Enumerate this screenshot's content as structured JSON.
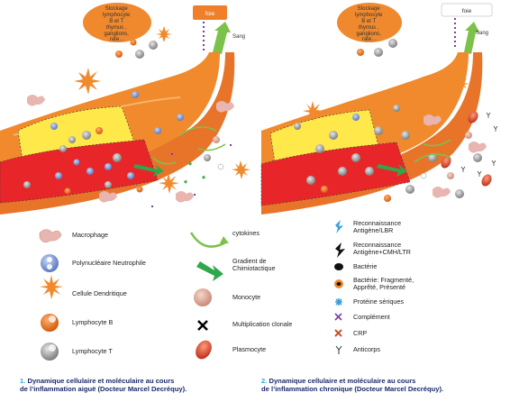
{
  "panels": [
    {
      "storage_lines": [
        "Stockage",
        "lymphocyte",
        "B et T",
        "thymus ,",
        "ganglions,",
        "rate…"
      ],
      "liver_label": "foie",
      "blood_label": "Sang"
    },
    {
      "storage_lines": [
        "Stockage",
        "lymphocyte",
        "B et T",
        "thymus ,",
        "ganglions,",
        "rate…"
      ],
      "liver_label": "foie",
      "blood_label": "Sang"
    }
  ],
  "legend": {
    "col1": [
      {
        "icon": "macrophage",
        "label": "Macrophage"
      },
      {
        "icon": "neutrophil",
        "label": "Polynucléaire Neutrophile"
      },
      {
        "icon": "dendritic",
        "label": "Cellule Dendritique"
      },
      {
        "icon": "lymphocyte-b",
        "label": "Lymphocyte B"
      },
      {
        "icon": "lymphocyte-t",
        "label": "Lymphocyte T"
      }
    ],
    "col2": [
      {
        "icon": "cytokines",
        "label": "cytokines"
      },
      {
        "icon": "gradient",
        "label": "Gradient de Chimiotactique"
      },
      {
        "icon": "monocyte",
        "label": "Monocyte"
      },
      {
        "icon": "multiplication",
        "label": "Multiplication clonale"
      },
      {
        "icon": "plasmocyte",
        "label": "Plasmocyte"
      }
    ],
    "col3": [
      {
        "icon": "recog-lbr",
        "label_lines": [
          "Reconnaissance",
          "Antigène/LBR"
        ]
      },
      {
        "icon": "recog-cmh",
        "label_lines": [
          "Reconnaissance",
          "Antigène+CMH/LTR"
        ]
      },
      {
        "icon": "bacteria",
        "label_lines": [
          "Bactérie"
        ]
      },
      {
        "icon": "bacteria-fragmented",
        "label_lines": [
          "Bactérie: Fragmenté,",
          "Apprêté, Présenté"
        ]
      },
      {
        "icon": "serum-protein",
        "label_lines": [
          "Protéine sériques"
        ]
      },
      {
        "icon": "complement",
        "label_lines": [
          "Complément"
        ]
      },
      {
        "icon": "crp",
        "label_lines": [
          "CRP"
        ]
      },
      {
        "icon": "antibody",
        "label_lines": [
          "Anticorps"
        ]
      }
    ]
  },
  "captions": [
    {
      "number": "1.",
      "line1": "Dynamique cellulaire et moléculaire au cours",
      "line2": "de l’inflammation aiguë (Docteur Marcel Decréquy)."
    },
    {
      "number": "2.",
      "line1": "Dynamique cellulaire et moléculaire au cours",
      "line2": "de l’inflammation chronique (Docteur Marcel Decréquy)."
    }
  ],
  "colors": {
    "vessel_orange": "#f08a2c",
    "vessel_dark": "#e06a12",
    "tissue_yellow": "#ffe94a",
    "tissue_red": "#e8262a",
    "storage_bubble": "#f0892e",
    "liver_box": "#f07f2a",
    "caption_blue": "#1b2a6b",
    "caption_number": "#3aa0d8"
  }
}
